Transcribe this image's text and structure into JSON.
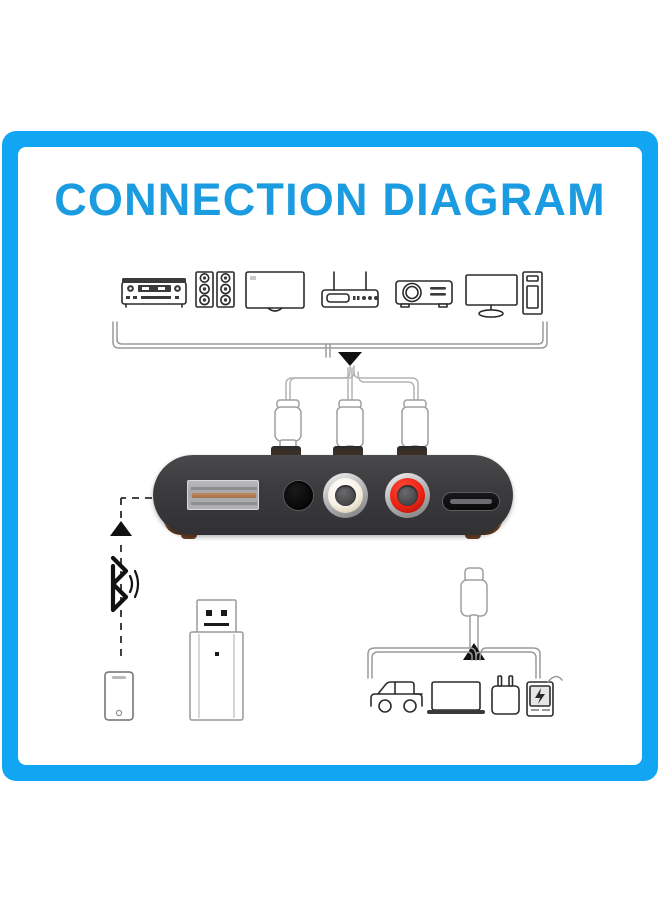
{
  "page": {
    "title": "CONNECTION DIAGRAM",
    "frame_color": "#12a5f4",
    "title_color": "#1c9ce0",
    "background": "#ffffff"
  },
  "source_devices": {
    "label": "audio source devices",
    "items": [
      {
        "name": "amplifier-receiver",
        "label": "Amplifier / AV Receiver"
      },
      {
        "name": "speakers",
        "label": "Bookshelf Speakers"
      },
      {
        "name": "tv",
        "label": "TV"
      },
      {
        "name": "router",
        "label": "Router"
      },
      {
        "name": "projector",
        "label": "Projector"
      },
      {
        "name": "monitor",
        "label": "Monitor"
      },
      {
        "name": "pc-tower",
        "label": "PC Tower"
      }
    ]
  },
  "cables": {
    "label": "audio input cables",
    "items": [
      {
        "name": "aux-3-5mm-plug",
        "label": "3.5mm AUX Plug"
      },
      {
        "name": "rca-plug-left",
        "label": "RCA Plug L"
      },
      {
        "name": "rca-plug-right",
        "label": "RCA Plug R"
      }
    ]
  },
  "device": {
    "label": "Bluetooth Audio Adapter",
    "body_color": "#3c3c3e",
    "ports": [
      {
        "name": "usb-a-port",
        "label": "USB-A Port"
      },
      {
        "name": "aux-3-5mm-jack",
        "label": "3.5mm AUX Jack"
      },
      {
        "name": "rca-jack-white",
        "label": "RCA Jack L (White)",
        "color": "#f6f1e4"
      },
      {
        "name": "rca-jack-red",
        "label": "RCA Jack R (Red)",
        "color": "#ec2214"
      },
      {
        "name": "usb-c-port",
        "label": "USB-C Power Port"
      }
    ]
  },
  "wireless": {
    "label": "Bluetooth wireless link",
    "icon": "bluetooth-icon",
    "phone": {
      "name": "smartphone",
      "label": "Smartphone"
    },
    "dongle": {
      "name": "usb-bluetooth-dongle",
      "label": "USB Bluetooth Dongle"
    }
  },
  "power": {
    "label": "power sources",
    "cable": {
      "name": "usb-c-cable",
      "label": "USB-C Power Cable"
    },
    "items": [
      {
        "name": "car",
        "label": "Car"
      },
      {
        "name": "laptop",
        "label": "Laptop"
      },
      {
        "name": "wall-adapter",
        "label": "Wall Adapter"
      },
      {
        "name": "power-bank",
        "label": "Power Bank"
      }
    ]
  }
}
